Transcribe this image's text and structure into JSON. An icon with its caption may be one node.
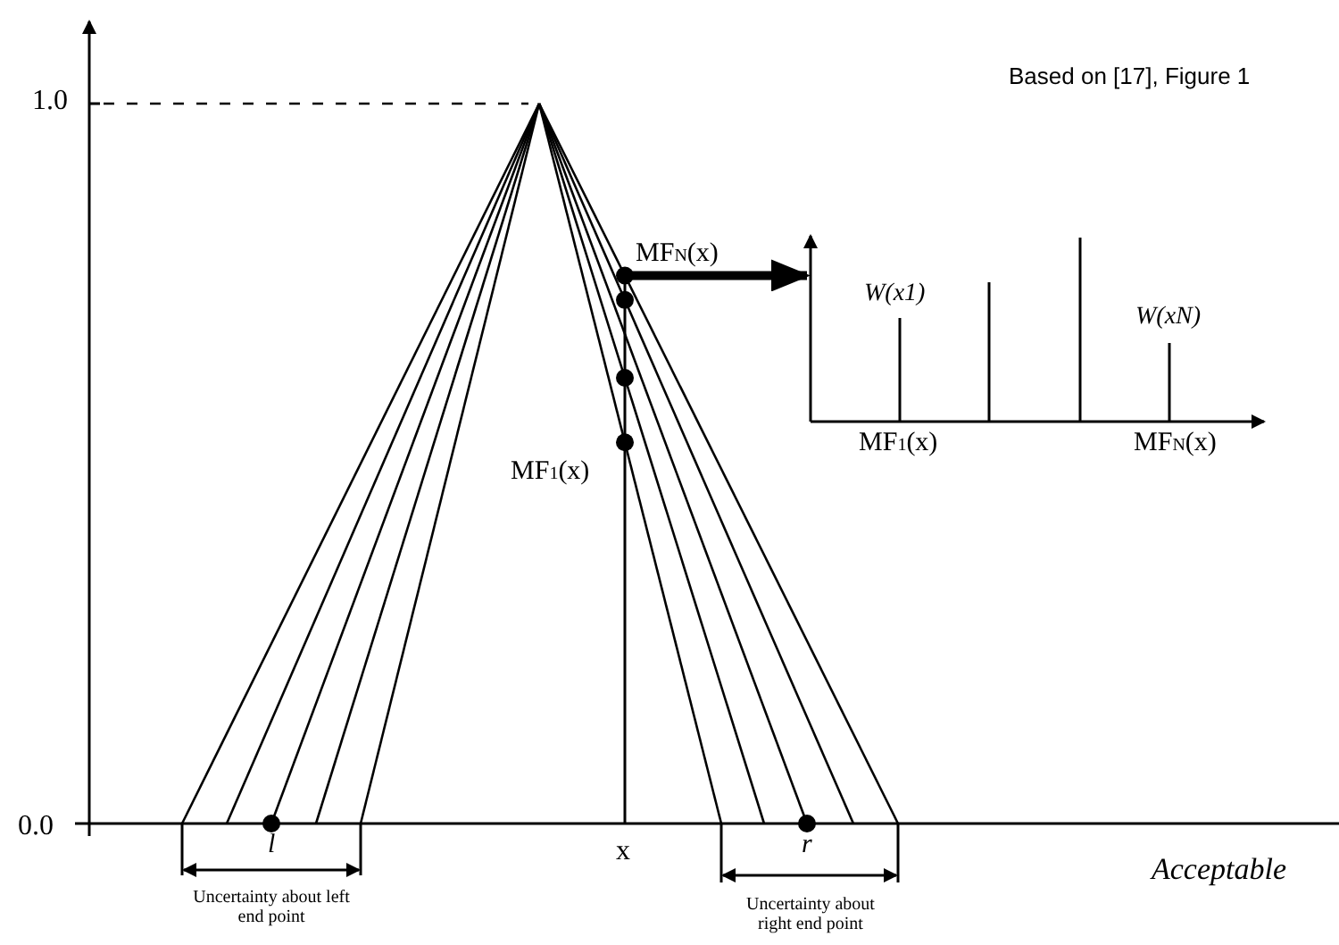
{
  "diagram": {
    "labels": [
      "Based on [17], Figure 1",
      "1.0",
      "MF$_{N}$(x)",
      "W(x1)",
      "W(xN)",
      "MF$_{1}$(x)",
      "MF$_{N}$(x)",
      "MF$_{1}$(x)",
      "0.0",
      "l",
      "x",
      "r",
      "Acceptable",
      "Uncertainty about left end point",
      "Uncertainty about right end point"
    ]
  }
}
